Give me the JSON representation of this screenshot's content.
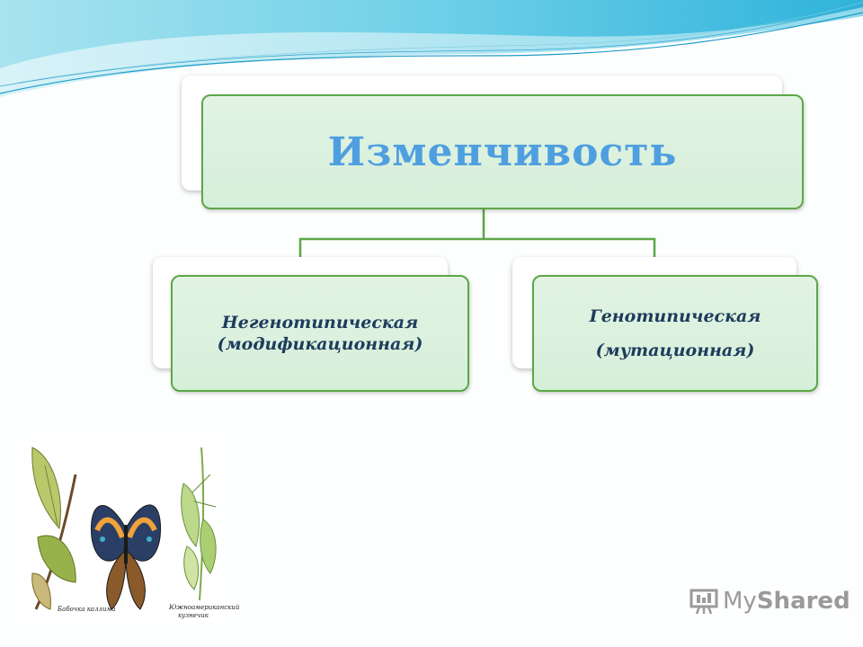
{
  "diagram": {
    "root": {
      "label": "Изменчивость"
    },
    "children": [
      {
        "lines": [
          "Негенотипическая",
          "(модификационная)"
        ]
      },
      {
        "lines": [
          "Генотипическая",
          "(мутационная)"
        ]
      }
    ]
  },
  "illustration": {
    "captions": {
      "butterfly": "Бабочка каллима",
      "grasshopper_line1": "Южноамериканский",
      "grasshopper_line2": "кузнечик"
    }
  },
  "watermark": {
    "prefix": "My",
    "suffix": "Shared"
  },
  "colors": {
    "accent_title": "#4f9fe0",
    "box_border": "#5ca747",
    "box_fill": "#d6efd9"
  }
}
